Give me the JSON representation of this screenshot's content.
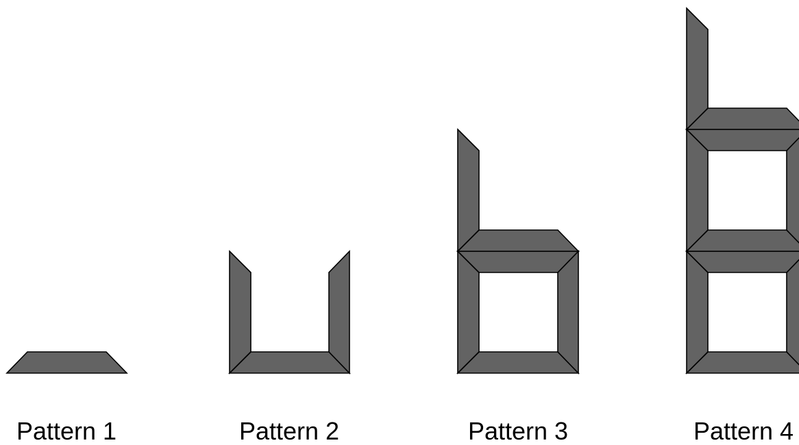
{
  "colors": {
    "piece_fill": "#636363",
    "piece_stroke": "#000000",
    "background": "#ffffff"
  },
  "patterns": [
    {
      "label": "Pattern 1"
    },
    {
      "label": "Pattern 2"
    },
    {
      "label": "Pattern 3"
    },
    {
      "label": "Pattern 4"
    }
  ]
}
